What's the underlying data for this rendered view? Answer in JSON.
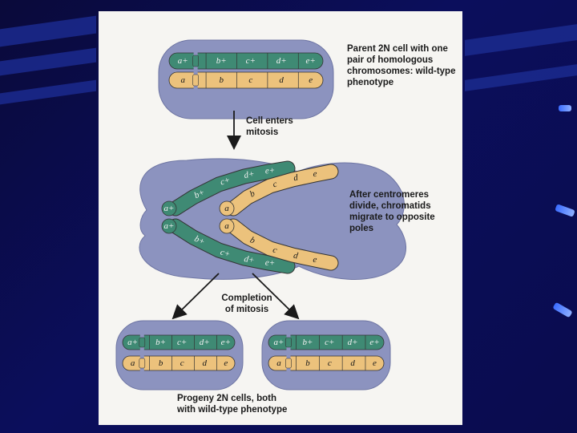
{
  "labels": {
    "parent": "Parent 2N cell with one\npair of homologous\nchromosomes: wild-type\nphenotype",
    "enters": "Cell enters\nmitosis",
    "after": "After centromeres\ndivide, chromatids\nmigrate to opposite\npoles",
    "completion": "Completion\nof mitosis",
    "progeny": "Progeny 2N cells, both\nwith wild-type phenotype"
  },
  "alleles": {
    "green": [
      "a+",
      "b+",
      "c+",
      "d+",
      "e+"
    ],
    "orange": [
      "a",
      "b",
      "c",
      "d",
      "e"
    ]
  },
  "colors": {
    "cell": "#8c93bf",
    "green": "#3f8a74",
    "orange": "#ecc27c",
    "background": "#0b0e5c",
    "panel": "#f6f5f2"
  }
}
